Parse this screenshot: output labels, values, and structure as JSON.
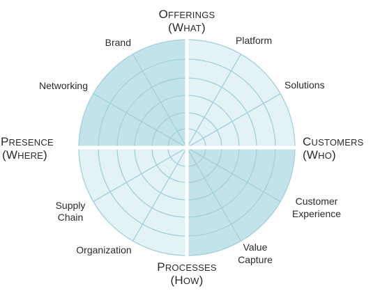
{
  "colors": {
    "fill_dark": "#c3e3ea",
    "fill_light": "#e3f2f5",
    "line": "#9fd0da",
    "text": "#2a2a2a"
  },
  "axes": {
    "top": {
      "line1": {
        "first": "O",
        "rest": "FFERINGS"
      },
      "line2": {
        "open": "(",
        "first": "W",
        "rest": "HAT",
        "close": ")"
      }
    },
    "right": {
      "line1": {
        "first": "C",
        "rest": "USTOMERS"
      },
      "line2": {
        "open": "(",
        "first": "W",
        "rest": "HO",
        "close": ")"
      }
    },
    "bottom": {
      "line1": {
        "first": "P",
        "rest": "ROCESSES"
      },
      "line2": {
        "open": "(",
        "first": "H",
        "rest": "OW",
        "close": ")"
      }
    },
    "left": {
      "line1": {
        "first": "P",
        "rest": "RESENCE"
      },
      "line2": {
        "open": "(",
        "first": "W",
        "rest": "HERE",
        "close": ")"
      }
    }
  },
  "spokes": {
    "platform": "Platform",
    "solutions": "Solutions",
    "customer_experience": [
      "Customer",
      "Experience"
    ],
    "value_capture": [
      "Value",
      "Capture"
    ],
    "organization": "Organization",
    "supply_chain": [
      "Supply",
      "Chain"
    ],
    "networking": "Networking",
    "brand": "Brand"
  }
}
